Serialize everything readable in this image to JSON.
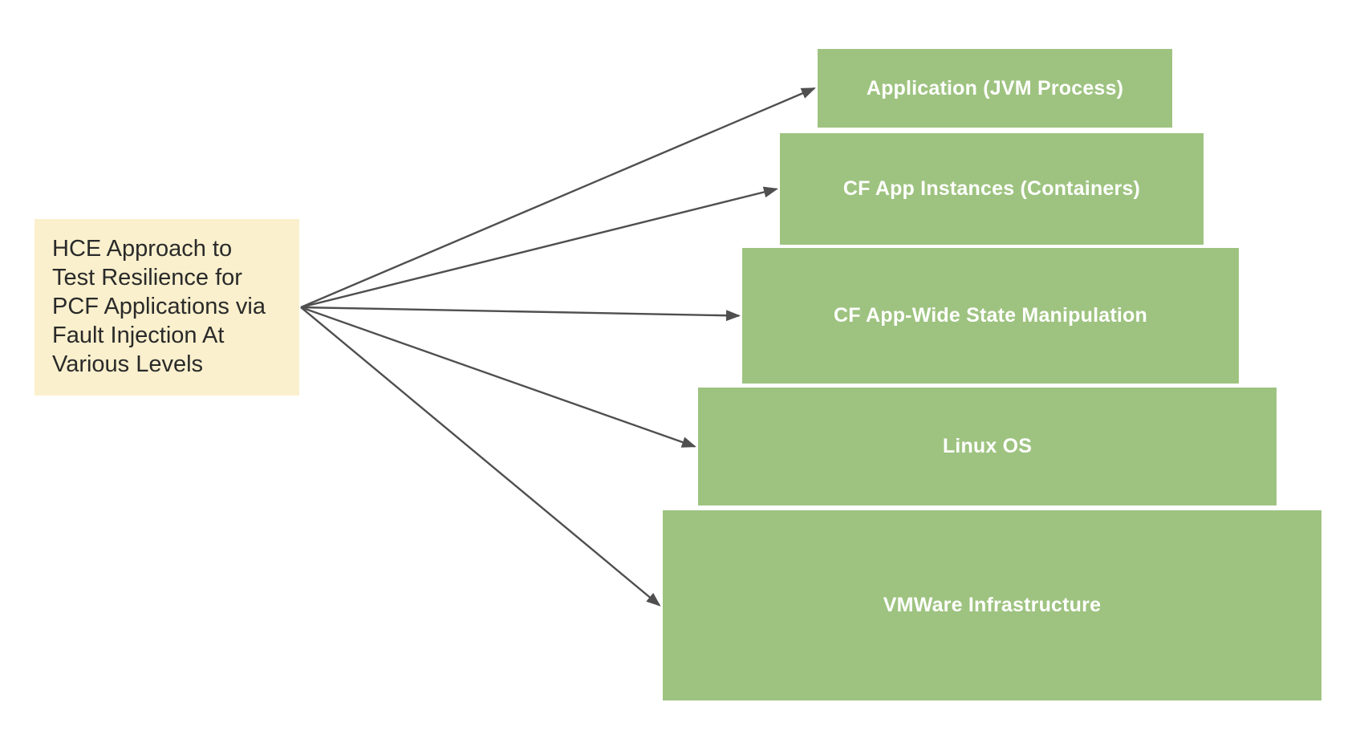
{
  "colors": {
    "bg": "#ffffff",
    "note_yellow": "#faf0cd",
    "note_text": "#2a2a2a",
    "box_green": "#9ec380",
    "box_text": "#ffffff",
    "arrow_gray": "#4f4f4f"
  },
  "note": {
    "text": "HCE Approach to\nTest Resilience for\nPCF Applications via\nFault Injection At\nVarious Levels"
  },
  "levels": [
    {
      "id": "level-1",
      "label": "Application (JVM Process)"
    },
    {
      "id": "level-2",
      "label": "CF App Instances (Containers)"
    },
    {
      "id": "level-3",
      "label": "CF App-Wide State Manipulation"
    },
    {
      "id": "level-4",
      "label": "Linux OS"
    },
    {
      "id": "level-5",
      "label": "VMWare Infrastructure"
    }
  ],
  "connectors": [
    {
      "from": "note",
      "to": "level-1"
    },
    {
      "from": "note",
      "to": "level-2"
    },
    {
      "from": "note",
      "to": "level-3"
    },
    {
      "from": "note",
      "to": "level-4"
    },
    {
      "from": "note",
      "to": "level-5"
    }
  ]
}
